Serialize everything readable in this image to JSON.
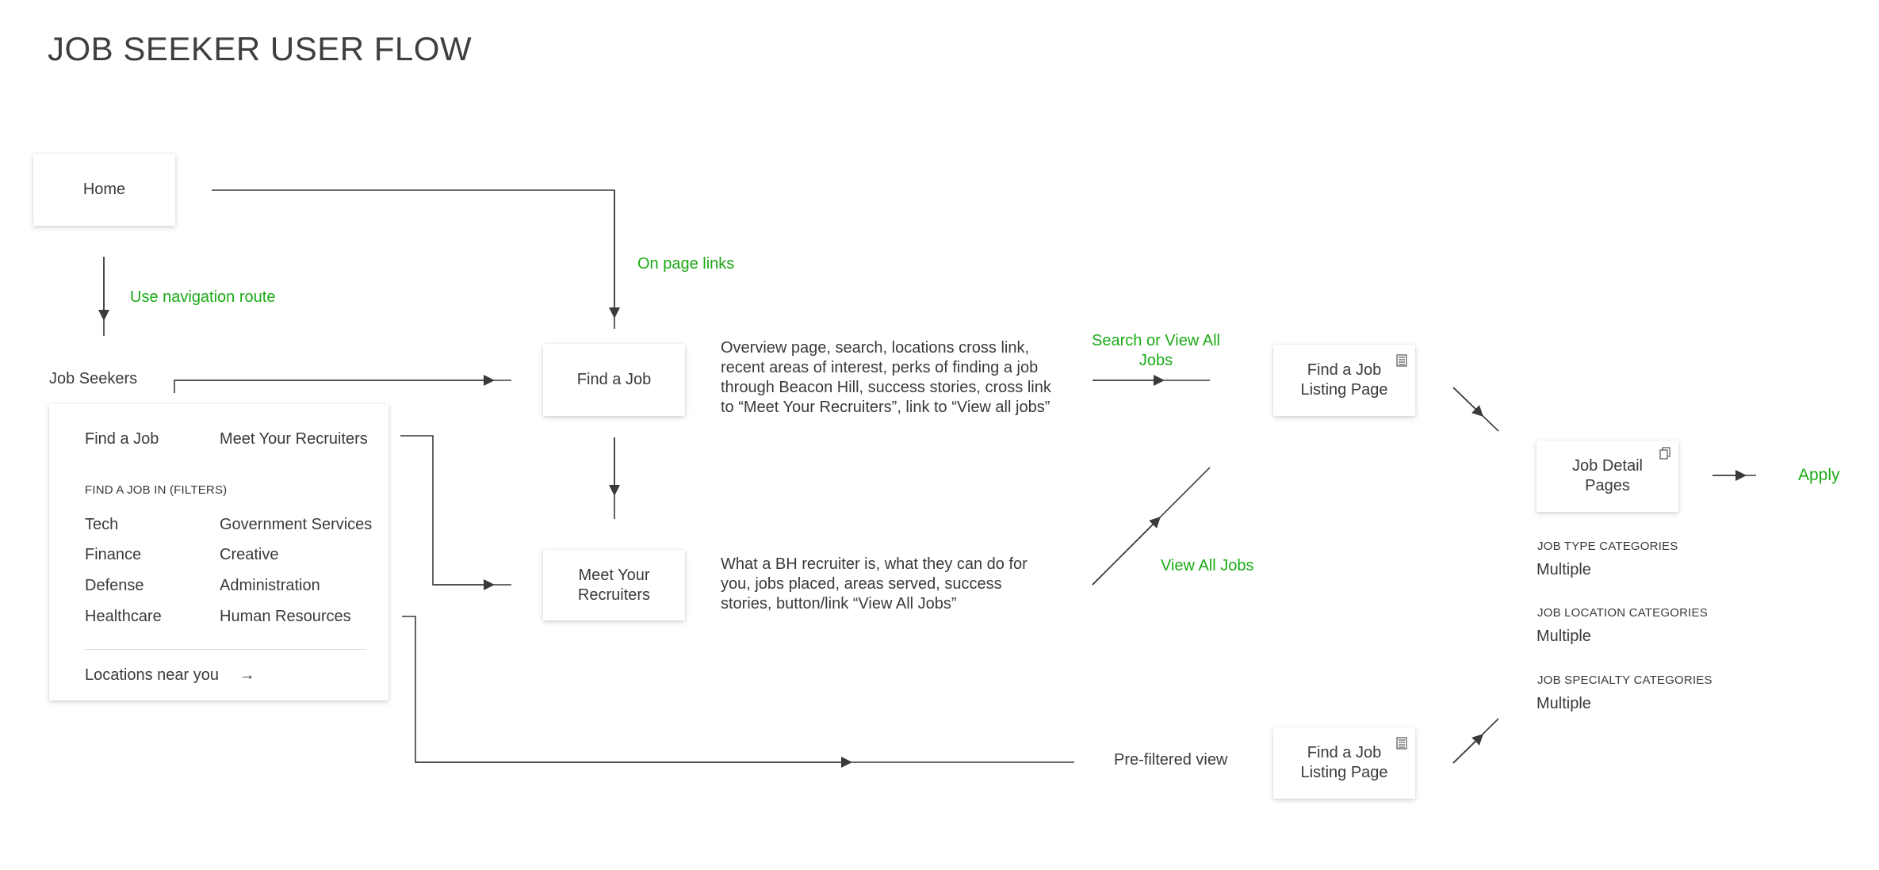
{
  "title": "JOB SEEKER USER FLOW",
  "nodes": {
    "home": "Home",
    "job_seekers": "Job Seekers",
    "find_job": "Find a Job",
    "meet_recruiters": "Meet Your Recruiters",
    "listing_top": "Find a Job Listing Page",
    "listing_bottom": "Find a Job Listing Page",
    "job_detail": "Job Detail Pages",
    "apply": "Apply",
    "pre_filtered": "Pre-filtered view"
  },
  "edge_labels": {
    "on_page_links": "On page links",
    "use_navigation": "Use navigation route",
    "search_or_view_all": "Search or View All Jobs",
    "view_all_jobs": "View All Jobs"
  },
  "descriptions": {
    "find_job": "Overview page, search, locations cross link, recent areas of interest, perks of finding a job through Beacon Hill, success stories, cross link to “Meet Your Recruiters”, link to “View all jobs”",
    "meet_recruiters": "What a BH recruiter is, what they can do for you, jobs placed, areas served, success stories, button/link “View All Jobs”"
  },
  "menu": {
    "top_links": [
      "Find a Job",
      "Meet Your Recruiters"
    ],
    "filters_heading": "FIND A JOB IN (FILTERS)",
    "filters": [
      "Tech",
      "Government Services",
      "Finance",
      "Creative",
      "Defense",
      "Administration",
      "Healthcare",
      "Human Resources"
    ],
    "locations_label": "Locations near you",
    "locations_arrow": "→"
  },
  "categories": [
    {
      "heading": "JOB TYPE CATEGORIES",
      "value": "Multiple"
    },
    {
      "heading": "JOB LOCATION CATEGORIES",
      "value": "Multiple"
    },
    {
      "heading": "JOB SPECIALTY CATEGORIES",
      "value": "Multiple"
    }
  ],
  "colors": {
    "accent_green": "#1aaa15",
    "line": "#3a3a3a",
    "text": "#3a3a3a"
  }
}
